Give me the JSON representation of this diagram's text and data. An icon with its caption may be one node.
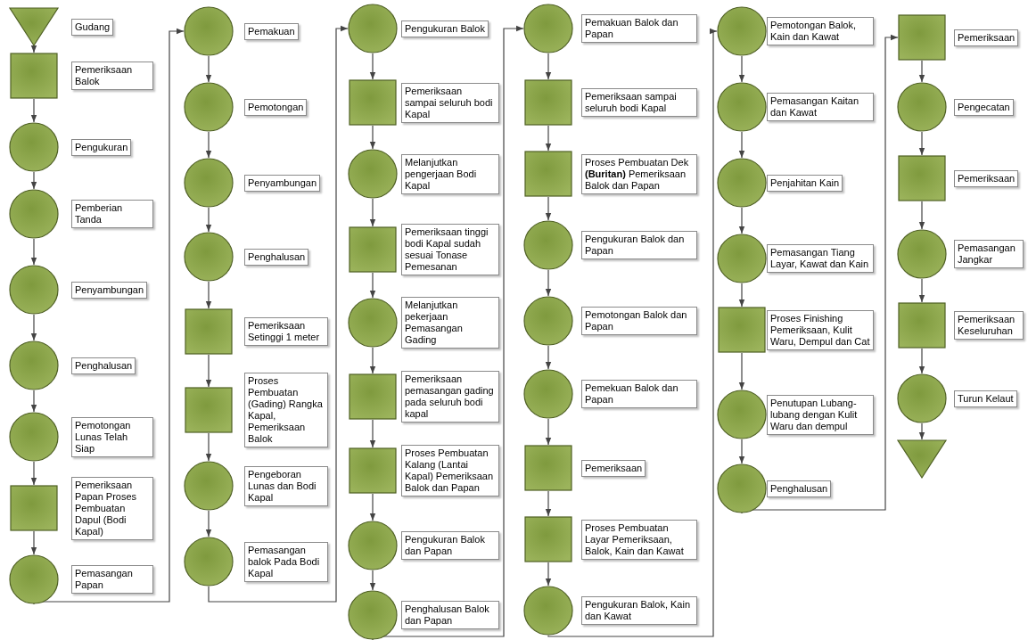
{
  "diagram": {
    "nodes": [
      {
        "text": [],
        "shape": "triangle",
        "beside": [
          "Gudang"
        ]
      },
      {
        "text": [],
        "shape": "box",
        "beside": [
          "Pemeriksaan Balok"
        ]
      },
      {
        "text": [],
        "shape": "circle",
        "beside": [
          "Pengukuran"
        ]
      },
      {
        "text": [],
        "shape": "circle",
        "beside": [
          "Pemberian Tanda"
        ]
      },
      {
        "text": [],
        "shape": "circle",
        "beside": [
          "Penyambungan"
        ]
      },
      {
        "text": [],
        "shape": "circle",
        "beside": [
          "Penghalusan"
        ]
      },
      {
        "text": [],
        "shape": "circle",
        "beside": [
          "Pemotongan Lunas Telah Siap"
        ]
      },
      {
        "text": [],
        "shape": "box",
        "beside": [
          "Pemeriksaan Papan Proses Pembuatan Dapul (Bodi Kapal)"
        ]
      },
      {
        "text": [],
        "shape": "circle",
        "beside": [
          "Pemasangan Papan"
        ]
      },
      {
        "text": [],
        "shape": "circle",
        "beside": [
          "Pemakuan"
        ]
      },
      {
        "text": [],
        "shape": "circle",
        "beside": [
          "Pemotongan"
        ]
      },
      {
        "text": [],
        "shape": "circle",
        "beside": [
          "Penyambungan"
        ]
      },
      {
        "text": [],
        "shape": "circle",
        "beside": [
          "Penghalusan"
        ]
      },
      {
        "text": [],
        "shape": "box",
        "beside": [
          "Pemeriksaan Setinggi 1 meter"
        ]
      },
      {
        "text": [],
        "shape": "box",
        "beside": [
          "Proses Pembuatan (Gading) Rangka Kapal, Pemeriksaan Balok"
        ]
      },
      {
        "text": [],
        "shape": "circle",
        "beside": [
          "Pengeboran Lunas dan Bodi Kapal"
        ]
      },
      {
        "text": [],
        "shape": "circle",
        "beside": [
          "Pemasangan balok Pada Bodi Kapal"
        ]
      },
      {
        "text": [],
        "shape": "circle",
        "beside": [
          "Pengukuran Balok"
        ]
      },
      {
        "text": [],
        "shape": "box",
        "beside": [
          "Pemeriksaan sampai seluruh bodi Kapal"
        ]
      },
      {
        "text": [],
        "shape": "circle",
        "beside": [
          "Melanjutkan pengerjaan Bodi Kapal"
        ]
      },
      {
        "text": [],
        "shape": "box",
        "beside": [
          "Pemeriksaan tinggi bodi Kapal sudah sesuai Tonase Pemesanan"
        ]
      },
      {
        "text": [],
        "shape": "circle",
        "beside": [
          "Melanjutkan pekerjaan Pemasangan Gading"
        ]
      },
      {
        "text": [],
        "shape": "box",
        "beside": [
          "Pemeriksaan pemasangan gading pada seluruh bodi kapal"
        ]
      },
      {
        "text": [],
        "shape": "box",
        "beside": [
          "Proses Pembuatan Kalang (Lantai Kapal) Pemeriksaan Balok dan Papan"
        ]
      },
      {
        "text": [],
        "shape": "circle",
        "beside": [
          "Pengukuran Balok dan Papan"
        ]
      },
      {
        "text": [],
        "shape": "circle",
        "beside": [
          "Penghalusan Balok dan Papan"
        ]
      },
      {
        "text": [],
        "shape": "circle",
        "beside": [
          "Pemakuan Balok dan Papan"
        ]
      },
      {
        "text": [],
        "shape": "box",
        "beside": [
          "Pemeriksaan sampai seluruh bodi Kapal"
        ]
      },
      {
        "text": [],
        "shape": "box",
        "beside": [
          "Proses Pembuatan Dek **(Buritan)** Pemeriksaan Balok dan Papan"
        ]
      },
      {
        "text": [],
        "shape": "circle",
        "beside": [
          "Pengukuran Balok dan Papan"
        ]
      },
      {
        "text": [],
        "shape": "circle",
        "beside": [
          "Pemotongan Balok dan Papan"
        ]
      },
      {
        "text": [],
        "shape": "circle",
        "beside": [
          "Pemekuan Balok dan Papan"
        ]
      },
      {
        "text": [],
        "shape": "box",
        "beside": [
          "Pemeriksaan"
        ]
      },
      {
        "text": [],
        "shape": "box",
        "beside": [
          "Proses Pembuatan Layar Pemeriksaan, Balok, Kain dan Kawat"
        ]
      },
      {
        "text": [],
        "shape": "circle",
        "beside": [
          "Pengukuran Balok, Kain dan Kawat"
        ]
      },
      {
        "text": [],
        "shape": "circle",
        "beside": [
          "Pemotongan Balok, Kain dan Kawat"
        ]
      },
      {
        "text": [],
        "shape": "circle",
        "beside": [
          "Pemasangan Kaitan dan Kawat"
        ]
      },
      {
        "text": [],
        "shape": "circle",
        "beside": [
          "Penjahitan Kain"
        ]
      },
      {
        "text": [],
        "shape": "circle",
        "beside": [
          "Pemasangan Tiang Layar, Kawat dan Kain"
        ]
      },
      {
        "text": [],
        "shape": "box",
        "beside": [
          "Proses Finishing Pemeriksaan, Kulit Waru, Dempul dan Cat"
        ]
      },
      {
        "text": [],
        "shape": "circle",
        "beside": [
          "Penutupan Lubang-lubang dengan Kulit Waru dan dempul"
        ]
      },
      {
        "text": [],
        "shape": "circle",
        "beside": [
          "Penghalusan"
        ]
      },
      {
        "text": [],
        "shape": "box",
        "beside": [
          "Pemeriksaan"
        ]
      },
      {
        "text": [],
        "shape": "circle",
        "beside": [
          "Pengecatan"
        ]
      },
      {
        "text": [],
        "shape": "box",
        "beside": [
          "Pemeriksaan"
        ]
      },
      {
        "text": [],
        "shape": "circle",
        "beside": [
          "Pemasangan Jangkar"
        ]
      },
      {
        "text": [],
        "shape": "box",
        "beside": [
          "Pemeriksaan Keseluruhan"
        ]
      },
      {
        "text": [],
        "shape": "circle",
        "beside": [
          "Turun Kelaut"
        ]
      },
      {
        "text": [],
        "shape": "triangle"
      }
    ],
    "edges": [
      {
        "from": 0,
        "to": 1,
        "arrow": "to"
      },
      {
        "from": 1,
        "to": 2,
        "arrow": "to"
      },
      {
        "from": 2,
        "to": 3,
        "arrow": "to"
      },
      {
        "from": 3,
        "to": 4,
        "arrow": "to"
      },
      {
        "from": 4,
        "to": 5,
        "arrow": "to"
      },
      {
        "from": 5,
        "to": 6,
        "arrow": "to"
      },
      {
        "from": 6,
        "to": 7,
        "arrow": "to"
      },
      {
        "from": 7,
        "to": 8,
        "arrow": "to"
      },
      {
        "from": 8,
        "to": 9,
        "arrow": "to"
      },
      {
        "from": 9,
        "to": 10,
        "arrow": "to"
      },
      {
        "from": 10,
        "to": 11,
        "arrow": "to"
      },
      {
        "from": 11,
        "to": 12,
        "arrow": "to"
      },
      {
        "from": 12,
        "to": 13,
        "arrow": "to"
      },
      {
        "from": 13,
        "to": 14,
        "arrow": "to"
      },
      {
        "from": 14,
        "to": 15,
        "arrow": "to"
      },
      {
        "from": 15,
        "to": 16,
        "arrow": "to"
      },
      {
        "from": 16,
        "to": 17,
        "arrow": "to"
      },
      {
        "from": 17,
        "to": 18,
        "arrow": "to"
      },
      {
        "from": 18,
        "to": 19,
        "arrow": "to"
      },
      {
        "from": 19,
        "to": 20,
        "arrow": "to"
      },
      {
        "from": 20,
        "to": 21,
        "arrow": "to"
      },
      {
        "from": 21,
        "to": 22,
        "arrow": "to"
      },
      {
        "from": 22,
        "to": 23,
        "arrow": "to"
      },
      {
        "from": 23,
        "to": 24,
        "arrow": "to"
      },
      {
        "from": 24,
        "to": 25,
        "arrow": "to"
      },
      {
        "from": 25,
        "to": 26,
        "arrow": "to"
      },
      {
        "from": 26,
        "to": 27,
        "arrow": "to"
      },
      {
        "from": 27,
        "to": 28,
        "arrow": "to"
      },
      {
        "from": 28,
        "to": 29,
        "arrow": "to"
      },
      {
        "from": 29,
        "to": 30,
        "arrow": "to"
      },
      {
        "from": 30,
        "to": 31,
        "arrow": "to"
      },
      {
        "from": 31,
        "to": 32,
        "arrow": "to"
      },
      {
        "from": 32,
        "to": 33,
        "arrow": "to"
      },
      {
        "from": 33,
        "to": 34,
        "arrow": "to"
      },
      {
        "from": 34,
        "to": 35,
        "arrow": "to"
      },
      {
        "from": 35,
        "to": 36,
        "arrow": "to"
      },
      {
        "from": 36,
        "to": 37,
        "arrow": "to"
      },
      {
        "from": 37,
        "to": 38,
        "arrow": "to"
      },
      {
        "from": 38,
        "to": 39,
        "arrow": "to"
      },
      {
        "from": 39,
        "to": 40,
        "arrow": "to"
      },
      {
        "from": 40,
        "to": 41,
        "arrow": "to"
      },
      {
        "from": 41,
        "to": 42,
        "arrow": "to"
      },
      {
        "from": 42,
        "to": 43,
        "arrow": "to"
      },
      {
        "from": 43,
        "to": 44,
        "arrow": "to"
      },
      {
        "from": 44,
        "to": 45,
        "arrow": "to"
      },
      {
        "from": 45,
        "to": 46,
        "arrow": "to"
      },
      {
        "from": 46,
        "to": 47,
        "arrow": "to"
      },
      {
        "from": 47,
        "to": 48,
        "arrow": "to"
      }
    ]
  }
}
